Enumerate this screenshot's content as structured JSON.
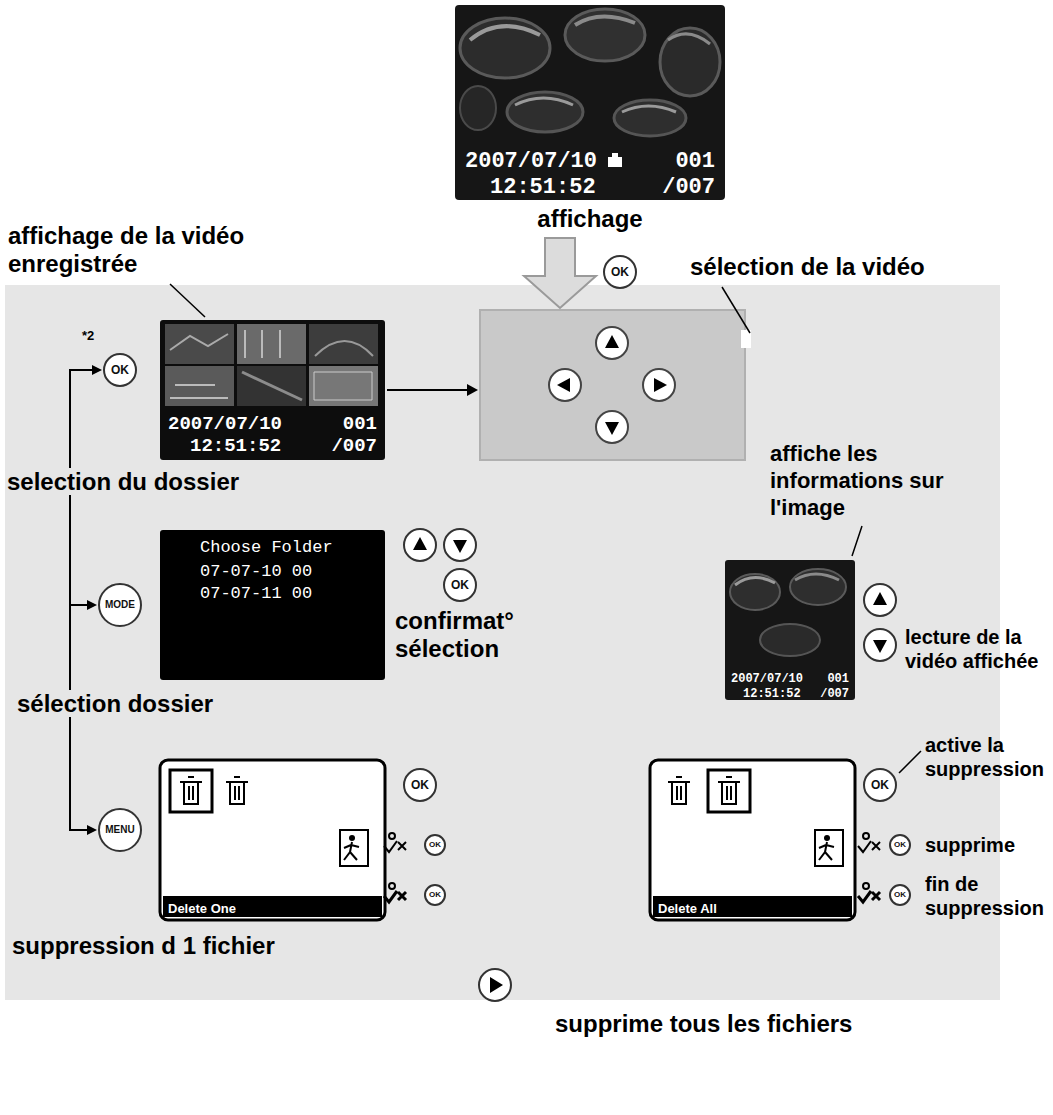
{
  "diagram": {
    "nodes": [
      {
        "text": [
          "2007/07/10",
          "001",
          "12:51:52",
          "/007",
          "affichage"
        ]
      },
      {
        "text": [
          "OK"
        ]
      },
      {
        "text": [
          "sélection de la vidéo"
        ]
      },
      {
        "text": [
          "2007/07/10",
          "001",
          "12:51:52",
          "/007",
          "selection du dossier"
        ]
      },
      {
        "text": [
          "OK"
        ]
      },
      {
        "text": [
          "MODE"
        ]
      },
      {
        "text": [
          "Choose Folder",
          "07-07-10 00",
          "07-07-11 00",
          "sélection dossier"
        ]
      },
      {
        "text": [
          "OK"
        ]
      },
      {
        "text": [
          "2007/07/10",
          "001",
          "12:51:52",
          "/007"
        ]
      },
      {
        "text": [
          "MENU"
        ]
      },
      {
        "text": [
          "Delete One",
          "suppression d 1 fichier"
        ]
      },
      {
        "text": [
          "OK"
        ]
      },
      {
        "text": [
          "OK"
        ]
      },
      {
        "text": [
          "OK"
        ]
      },
      {
        "text": [
          "Delete All",
          "supprime tous les fichiers"
        ]
      },
      {
        "text": [
          "OK"
        ]
      },
      {
        "text": [
          "OK"
        ]
      },
      {
        "text": [
          "OK"
        ]
      }
    ],
    "edges": [
      {
        "from": 0,
        "to": 2,
        "arrow": "to"
      },
      {
        "from": 3,
        "to": 2,
        "arrow": "to"
      }
    ],
    "labels": [
      "affichage de la vidéo enregistrée",
      "*2",
      "affiche les informations sur l'image",
      "confirmat° sélection",
      "lecture de la vidéo affichée",
      "active la suppression",
      "supprime",
      "fin de suppression"
    ]
  }
}
